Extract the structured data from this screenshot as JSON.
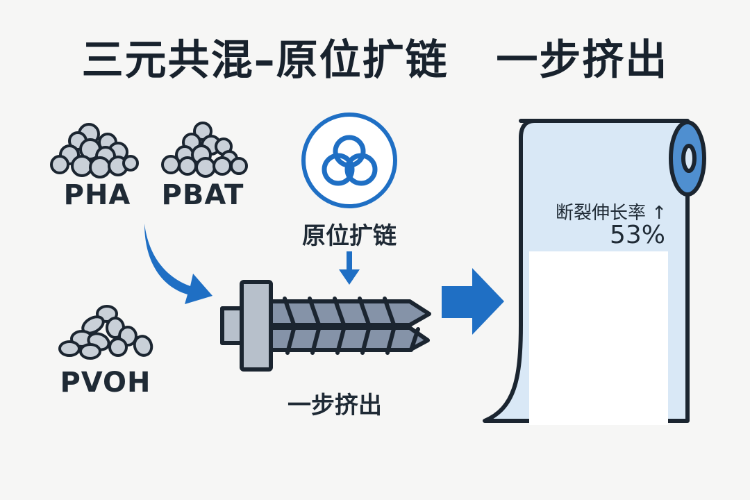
{
  "title": "三元共混–原位扩链   一步挤出",
  "materials": [
    {
      "name": "PHA",
      "icon": "pellet-pile-icon"
    },
    {
      "name": "PBAT",
      "icon": "pellet-pile-icon"
    },
    {
      "name": "PVOH",
      "icon": "pellet-pile-icon"
    }
  ],
  "chain_extension": {
    "label": "原位扩链",
    "icon": "interlocked-rings-icon"
  },
  "extruder": {
    "label": "一步挤出",
    "icon": "twin-screw-extruder-icon"
  },
  "film": {
    "icon": "film-roll-icon",
    "metric_label": "断裂伸长率 ↑",
    "metric_value": "53%"
  },
  "colors": {
    "accent": "#1f6fc4",
    "outline": "#1b2530",
    "pellet_fill": "#c9d0d8",
    "screw_fill": "#8593a8",
    "barrel_fill": "#b7c0cb",
    "film_fill": "#d9e8f6",
    "roll_fill": "#4f8fd0",
    "background": "#f6f6f5"
  }
}
